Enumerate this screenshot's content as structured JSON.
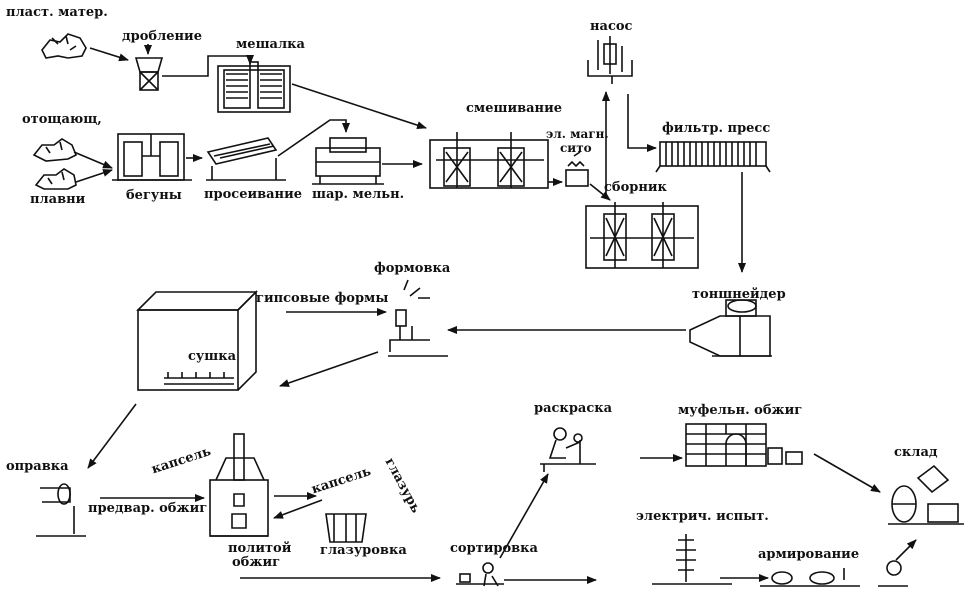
{
  "labels": {
    "plast": "пласт. матер.",
    "droblenie": "дробление",
    "meshalka": "мешалка",
    "otoshch": "отощающ,",
    "plavni": "плавни",
    "beguny": "бегуны",
    "prosev": "просеивание",
    "shar": "шар. мельн.",
    "smeshiv": "смешивание",
    "elmagn1": "эл. магн.",
    "elmagn2": "сито",
    "nasos": "насос",
    "filtr": "фильтр. пресс",
    "sbornik": "сборник",
    "formovka": "формовка",
    "gips": "гипсовые формы",
    "tonsh": "тоншнейдер",
    "sushka": "сушка",
    "opravka": "оправка",
    "kapsel1": "капсель",
    "kapsel2": "капсель",
    "glazur": "глазурь",
    "predvar": "предвар. обжиг",
    "politoi1": "политой",
    "politoi2": "обжиг",
    "glazurovka": "глазуровка",
    "sortirovka": "сортировка",
    "raskraska": "раскраска",
    "mufeln": "муфельн. обжиг",
    "sklad": "склад",
    "elektr": "электрич. испыт.",
    "armir": "армирование"
  },
  "colors": {
    "ink": "#111111",
    "paper": "#ffffff"
  }
}
